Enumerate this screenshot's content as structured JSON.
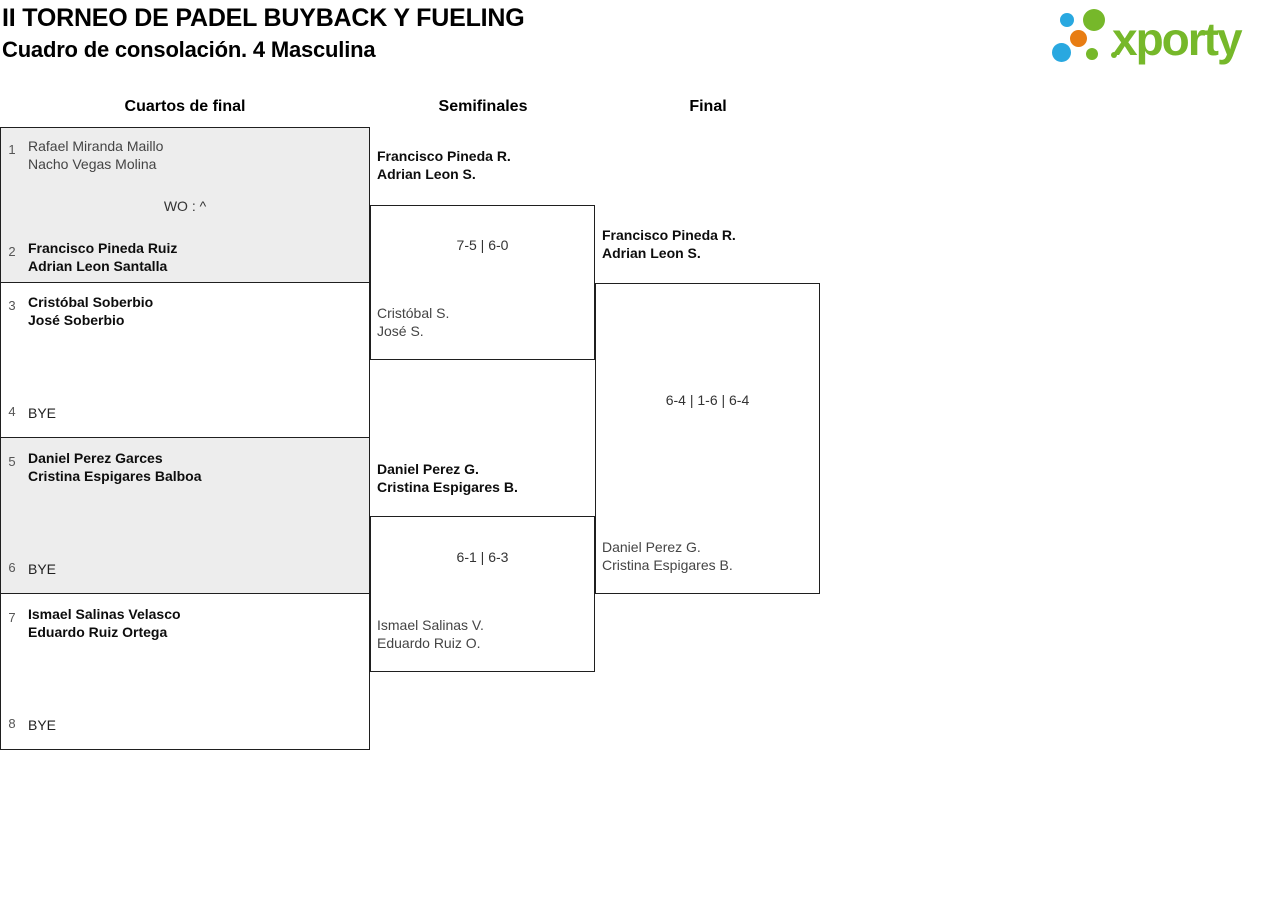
{
  "header": {
    "title_line1": "II TORNEO DE PADEL BUYBACK Y FUELING",
    "title_line2": "Cuadro de consolación. 4 Masculina"
  },
  "logo": {
    "wordmark": "xporty",
    "green": "#76b82a",
    "blue": "#29a8e0",
    "orange": "#e87d13"
  },
  "columns": [
    "Cuartos de final",
    "Semifinales",
    "Final"
  ],
  "bracket": {
    "quarterfinals": [
      {
        "seed_top": "1",
        "top_name1": "Rafael Miranda Maillo",
        "top_name2": "Nacho Vegas Molina",
        "score": "WO : ^",
        "seed_bottom": "2",
        "bottom_name1": "Francisco Pineda Ruiz",
        "bottom_name2": "Adrian Leon Santalla"
      },
      {
        "seed_top": "3",
        "top_name1": "Cristóbal Soberbio",
        "top_name2": "José Soberbio",
        "score": "",
        "seed_bottom": "4",
        "bottom_name1": "BYE",
        "bottom_name2": ""
      },
      {
        "seed_top": "5",
        "top_name1": "Daniel Perez Garces",
        "top_name2": "Cristina Espigares Balboa",
        "score": "",
        "seed_bottom": "6",
        "bottom_name1": "BYE",
        "bottom_name2": ""
      },
      {
        "seed_top": "7",
        "top_name1": "Ismael Salinas Velasco",
        "top_name2": "Eduardo Ruiz Ortega",
        "score": "",
        "seed_bottom": "8",
        "bottom_name1": "BYE",
        "bottom_name2": ""
      }
    ],
    "semifinals": [
      {
        "top_name1": "Francisco Pineda R.",
        "top_name2": "Adrian Leon S.",
        "score": "7-5 | 6-0",
        "bottom_name1": "Cristóbal S.",
        "bottom_name2": "José S."
      },
      {
        "top_name1": "Daniel Perez G.",
        "top_name2": "Cristina Espigares B.",
        "score": "6-1 | 6-3",
        "bottom_name1": "Ismael Salinas V.",
        "bottom_name2": "Eduardo Ruiz O."
      }
    ],
    "final": {
      "top_name1": "Francisco Pineda R.",
      "top_name2": "Adrian Leon S.",
      "score": "6-4 | 1-6 | 6-4",
      "bottom_name1": "Daniel Perez G.",
      "bottom_name2": "Cristina Espigares B."
    }
  },
  "colors": {
    "box_background_gray": "#ededed",
    "border": "#1f1f1f",
    "winner_text": "#0d0d0d",
    "loser_text": "#444444"
  }
}
